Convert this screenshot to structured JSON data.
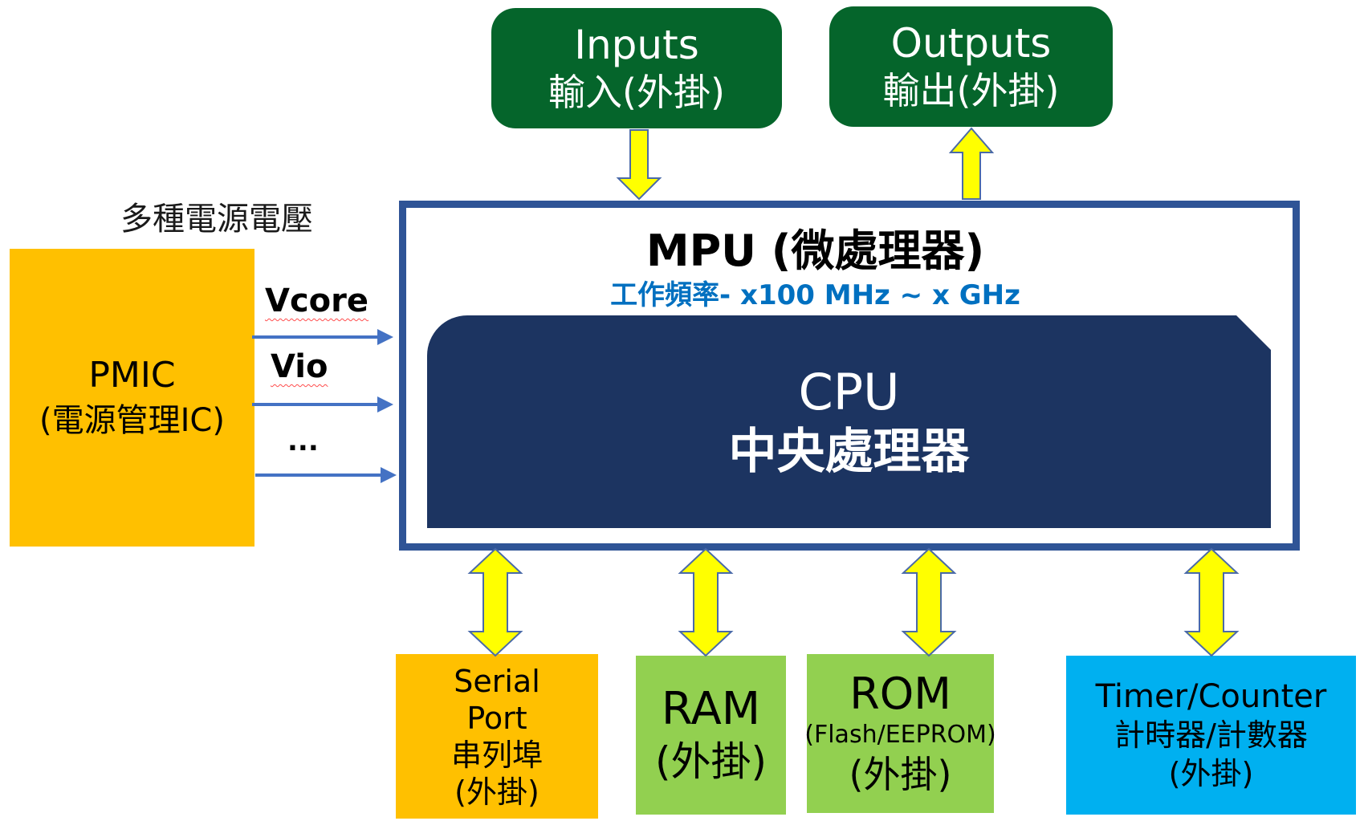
{
  "inputs": {
    "line1": "Inputs",
    "line2": "輸入(外掛)"
  },
  "outputs": {
    "line1": "Outputs",
    "line2": "輸出(外掛)"
  },
  "power": {
    "title": "多種電源電壓",
    "pmic": {
      "line1": "PMIC",
      "line2": "(電源管理IC)"
    },
    "rails": [
      "Vcore",
      "Vio",
      "..."
    ]
  },
  "mpu": {
    "title": "MPU (微處理器)",
    "frequency": "工作頻率- x100 MHz ~ x GHz",
    "cpu": {
      "line1": "CPU",
      "line2": "中央處理器"
    }
  },
  "peripherals": {
    "serial": {
      "line1": "Serial",
      "line2": "Port",
      "line3": "串列埠",
      "line4": "(外掛)"
    },
    "ram": {
      "line1": "RAM",
      "line2": "(外掛)"
    },
    "rom": {
      "line1": "ROM",
      "line2": "(Flash/EEPROM)",
      "line3": "(外掛)"
    },
    "timer": {
      "line1": "Timer/Counter",
      "line2": "計時器/計數器",
      "line3": "(外掛)"
    }
  },
  "colors": {
    "io_green": "#05652b",
    "pmic_orange": "#ffc000",
    "mpu_border": "#2f5496",
    "cpu_navy": "#1c3461",
    "freq_blue": "#0070c0",
    "mem_green": "#92d050",
    "timer_blue": "#00b0f0",
    "bus_arrow_yellow": "#ffff00",
    "power_arrow_blue": "#4472c4"
  }
}
